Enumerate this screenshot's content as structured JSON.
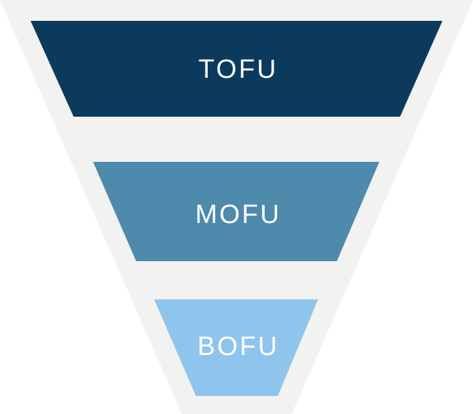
{
  "colors": {
    "funnel_background": "#f2f2f0",
    "tofu": "#0b3a5c",
    "mofu": "#4d8aac",
    "bofu": "#8fc5ec",
    "label": "#ffffff"
  },
  "stages": [
    {
      "label": "TOFU"
    },
    {
      "label": "MOFU"
    },
    {
      "label": "BOFU"
    }
  ]
}
